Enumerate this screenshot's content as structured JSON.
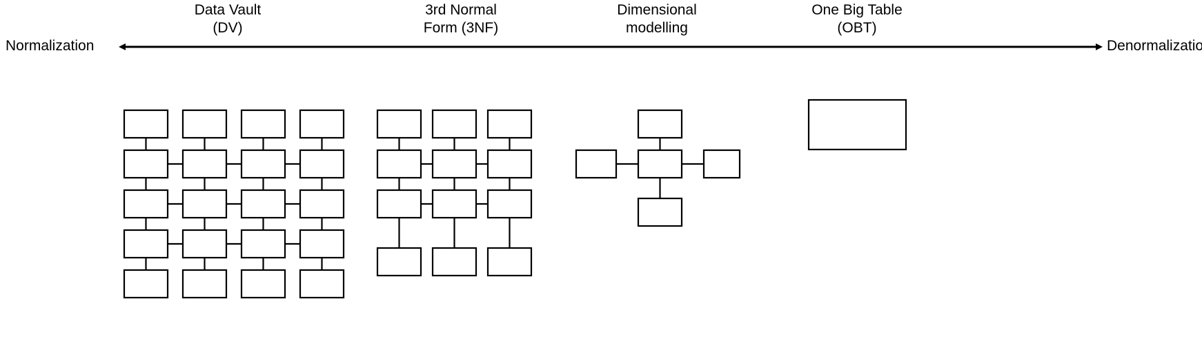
{
  "diagram": {
    "title_visible": false,
    "axis": {
      "left_label": "Normalization",
      "right_label": "Denormalization",
      "style": "double-headed-arrow",
      "color": "#000000"
    },
    "stages": [
      {
        "id": "data-vault",
        "caption_lines": [
          "Data Vault",
          "(DV)"
        ],
        "structure": "grid",
        "rows": 5,
        "cols": 4,
        "box_count": 20
      },
      {
        "id": "third-normal-form",
        "caption_lines": [
          "3rd Normal",
          "Form (3NF)"
        ],
        "structure": "grid",
        "rows": 4,
        "cols": 3,
        "box_count": 12
      },
      {
        "id": "dimensional-modelling",
        "caption_lines": [
          "Dimensional",
          "modelling"
        ],
        "structure": "star-schema",
        "box_count": 5
      },
      {
        "id": "one-big-table",
        "caption_lines": [
          "One Big Table",
          "(OBT)"
        ],
        "structure": "single-table",
        "box_count": 1
      }
    ],
    "colors": {
      "box_fill": "#ffffff",
      "box_stroke": "#000000",
      "text": "#000000",
      "background": "#ffffff"
    }
  }
}
